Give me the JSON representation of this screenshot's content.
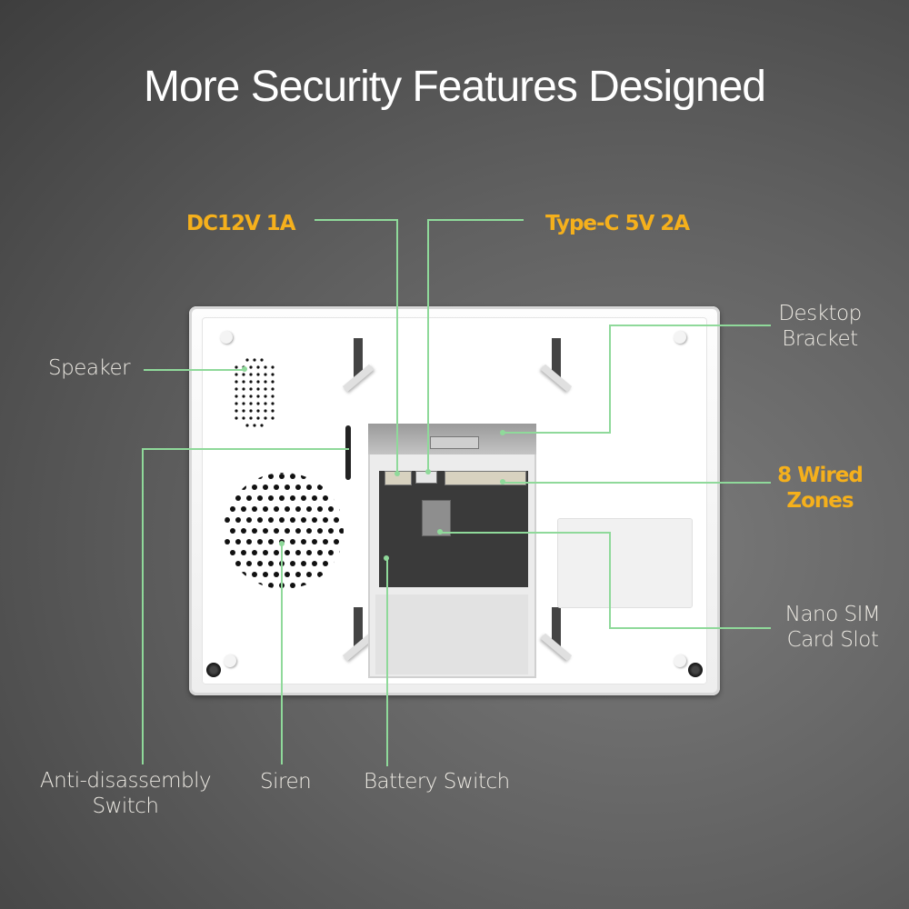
{
  "title": "More Security Features Designed",
  "colors": {
    "accent": "#f5b01c",
    "leader_line": "#8fd99a",
    "label_text": "#ece9e2",
    "title_text": "#ffffff",
    "background": "#5e5e5e",
    "device_body": "#ffffff"
  },
  "callouts": {
    "dc_power": "DC12V 1A",
    "type_c": "Type-C 5V 2A",
    "desktop_bracket": [
      "Desktop",
      "Bracket"
    ],
    "wired_zones": [
      "8 Wired",
      "Zones"
    ],
    "nano_sim": [
      "Nano SIM",
      "Card Slot"
    ],
    "speaker": "Speaker",
    "anti_disassembly": [
      "Anti-disassembly",
      "Switch"
    ],
    "siren": "Siren",
    "battery_switch": "Battery Switch"
  }
}
